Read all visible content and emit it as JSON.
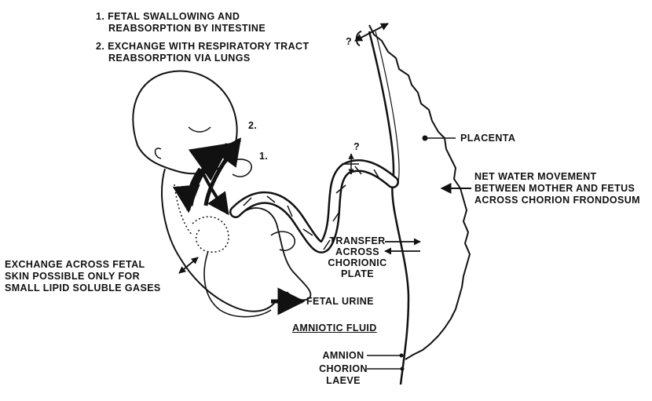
{
  "labels": {
    "mechanism_1_line1": "1. FETAL SWALLOWING AND",
    "mechanism_1_line2": "REABSORPTION BY INTESTINE",
    "mechanism_2_line1": "2. EXCHANGE WITH RESPIRATORY TRACT",
    "mechanism_2_line2": "REABSORPTION VIA LUNGS",
    "arrow_marker_1": "1.",
    "arrow_marker_2": "2.",
    "question_mark_top": "?",
    "question_mark_cord": "?",
    "placenta": "PLACENTA",
    "net_water_line1": "NET WATER MOVEMENT",
    "net_water_line2": "BETWEEN MOTHER AND FETUS",
    "net_water_line3": "ACROSS CHORION FRONDOSUM",
    "transfer_line1": "TRANSFER",
    "transfer_line2": "ACROSS",
    "transfer_line3": "CHORIONIC",
    "transfer_line4": "PLATE",
    "skin_line1": "EXCHANGE ACROSS FETAL",
    "skin_line2": "SKIN POSSIBLE ONLY FOR",
    "skin_line3": "SMALL LIPID SOLUBLE GASES",
    "fetal_urine": "FETAL URINE",
    "amniotic_fluid": "AMNIOTIC FLUID",
    "amnion": "AMNION",
    "chorion_laeve_line1": "CHORION",
    "chorion_laeve_line2": "LAEVE"
  },
  "colors": {
    "ink": "#111111",
    "background": "#ffffff"
  }
}
